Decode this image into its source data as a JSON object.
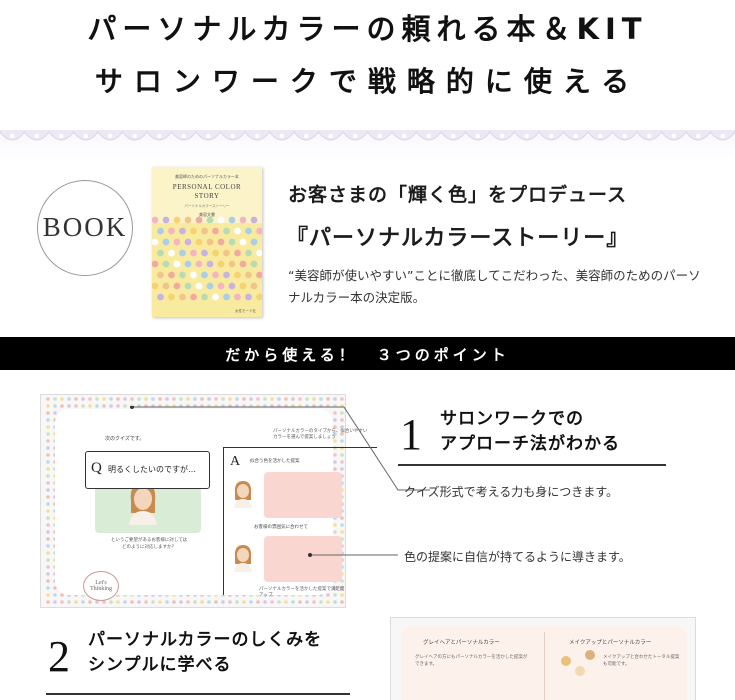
{
  "hero": {
    "line1": "パーソナルカラーの頼れる本＆KIT",
    "line2": "サロンワークで戦略的に使える"
  },
  "book_section": {
    "badge": "BOOK",
    "cover": {
      "top_text": "美容師のためのパーソナルカラー本",
      "title_line1": "PERSONAL COLOR",
      "title_line2": "STORY",
      "subtitle": "パーソナルカラーストーリー",
      "author": "美容文書",
      "publisher": "女性モード社"
    },
    "headline": "お客さまの「輝く色」をプロデュース",
    "title": "『パーソナルカラーストーリー』",
    "description": "“美容師が使いやすい”ことに徹底してこだわった、美容師のためのパーソナルカラー本の決定版。"
  },
  "banner": {
    "text": "だから使える！　３つのポイント"
  },
  "points": [
    {
      "number": "1",
      "title_line1": "サロンワークでの",
      "title_line2": "アプローチ法がわかる",
      "callouts": [
        "クイズ形式で考える力も身につきます。",
        "色の提案に自信が持てるように導きます。"
      ]
    },
    {
      "number": "2",
      "title_line1": "パーソナルカラーのしくみを",
      "title_line2": "シンプルに学べる"
    }
  ],
  "spread1": {
    "quiz_label": "次のクイズです。",
    "q_mark": "Q",
    "q_text": "明るくしたいのですが…",
    "quiz_note": "というご要望があるお客様に対してはどのように対応しますか？",
    "lets_thinking": "Let's Thinking",
    "right_header": "パーソナルカラーのタイプから、似合いやすいカラーを選んで提案しましょう",
    "answer_mark": "A",
    "answer_label": "似合う色を活かした提案",
    "mid_label": "お客様の雰囲気に合わせて",
    "bottom_note": "パーソナルカラーを活かした提案で満足度アップ"
  },
  "spread2": {
    "heading_left": "グレイヘアとパーソナルカラー",
    "heading_right": "メイクアップとパーソナルカラー",
    "text_left": "グレイヘアの方にもパーソナルカラーを活かした提案ができます。",
    "text_right": "メイクアップと合わせたトータル提案も可能です。"
  },
  "colors": {
    "banner_bg": "#000000",
    "cover_bg": "#f8eba0",
    "lace": "#e6e2ef",
    "speech_green": "#d8ecd6",
    "speech_pink": "#f9d6cf"
  }
}
